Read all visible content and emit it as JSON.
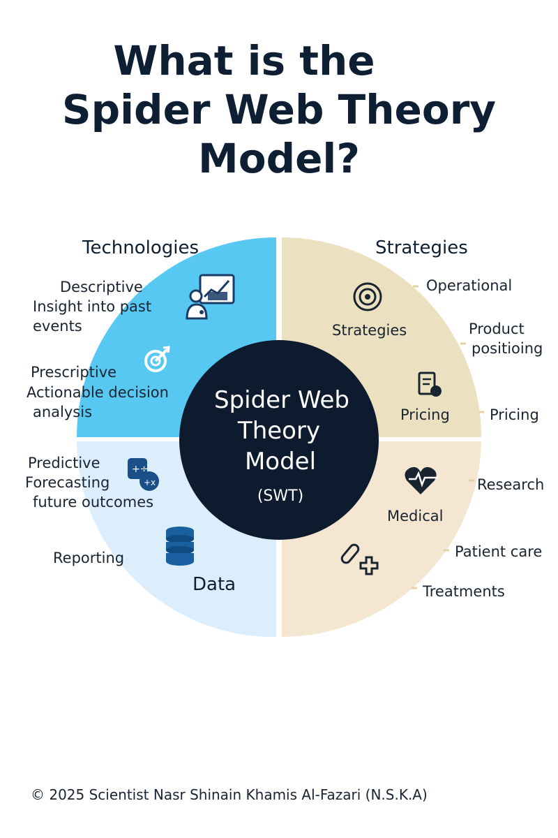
{
  "title": {
    "line1": "What is the",
    "line2": "Spider Web Theory",
    "line3": "Model?"
  },
  "quadrants": {
    "technologies": {
      "header": "Technologies",
      "color": "#56c8f2",
      "items": [
        {
          "lines": [
            "Descriptive",
            "Insight into past",
            "events"
          ]
        },
        {
          "lines": [
            "Prescriptive",
            "Actionable decision",
            "analysis"
          ]
        }
      ]
    },
    "strategies": {
      "header": "Strategies",
      "color": "#ebe0bf",
      "inner_labels": [
        "Strategies",
        "Pricing"
      ],
      "outer_labels": [
        [
          "Operational"
        ],
        [
          "Product",
          "positioing"
        ],
        [
          "Pricing"
        ]
      ]
    },
    "data": {
      "header": "Data",
      "color": "#dceefb",
      "items": [
        {
          "lines": [
            "Predictive",
            "Forecasting",
            "future outcomes"
          ]
        },
        {
          "lines": [
            "Reporting"
          ]
        }
      ]
    },
    "medical": {
      "color": "#f5e6d1",
      "inner_label": "Medical",
      "outer_labels": [
        "Research",
        "Patient care",
        "Treatments"
      ]
    }
  },
  "center": {
    "lines": [
      "Spider Web",
      "Theory",
      "Model"
    ],
    "abbr": "(SWT)",
    "color": "#0e1b2e"
  },
  "icons": {
    "presentation": "presentation-icon",
    "target": "target-icon",
    "math": "math-symbols-icon",
    "database": "database-icon",
    "gear": "gear-icon",
    "pricing": "pricing-document-icon",
    "heart": "heart-pulse-icon",
    "test_tube": "test-tube-plus-icon"
  },
  "footer": "© 2025 Scientist Nasr Shinain Khamis Al-Fazari (N.S.K.A)"
}
